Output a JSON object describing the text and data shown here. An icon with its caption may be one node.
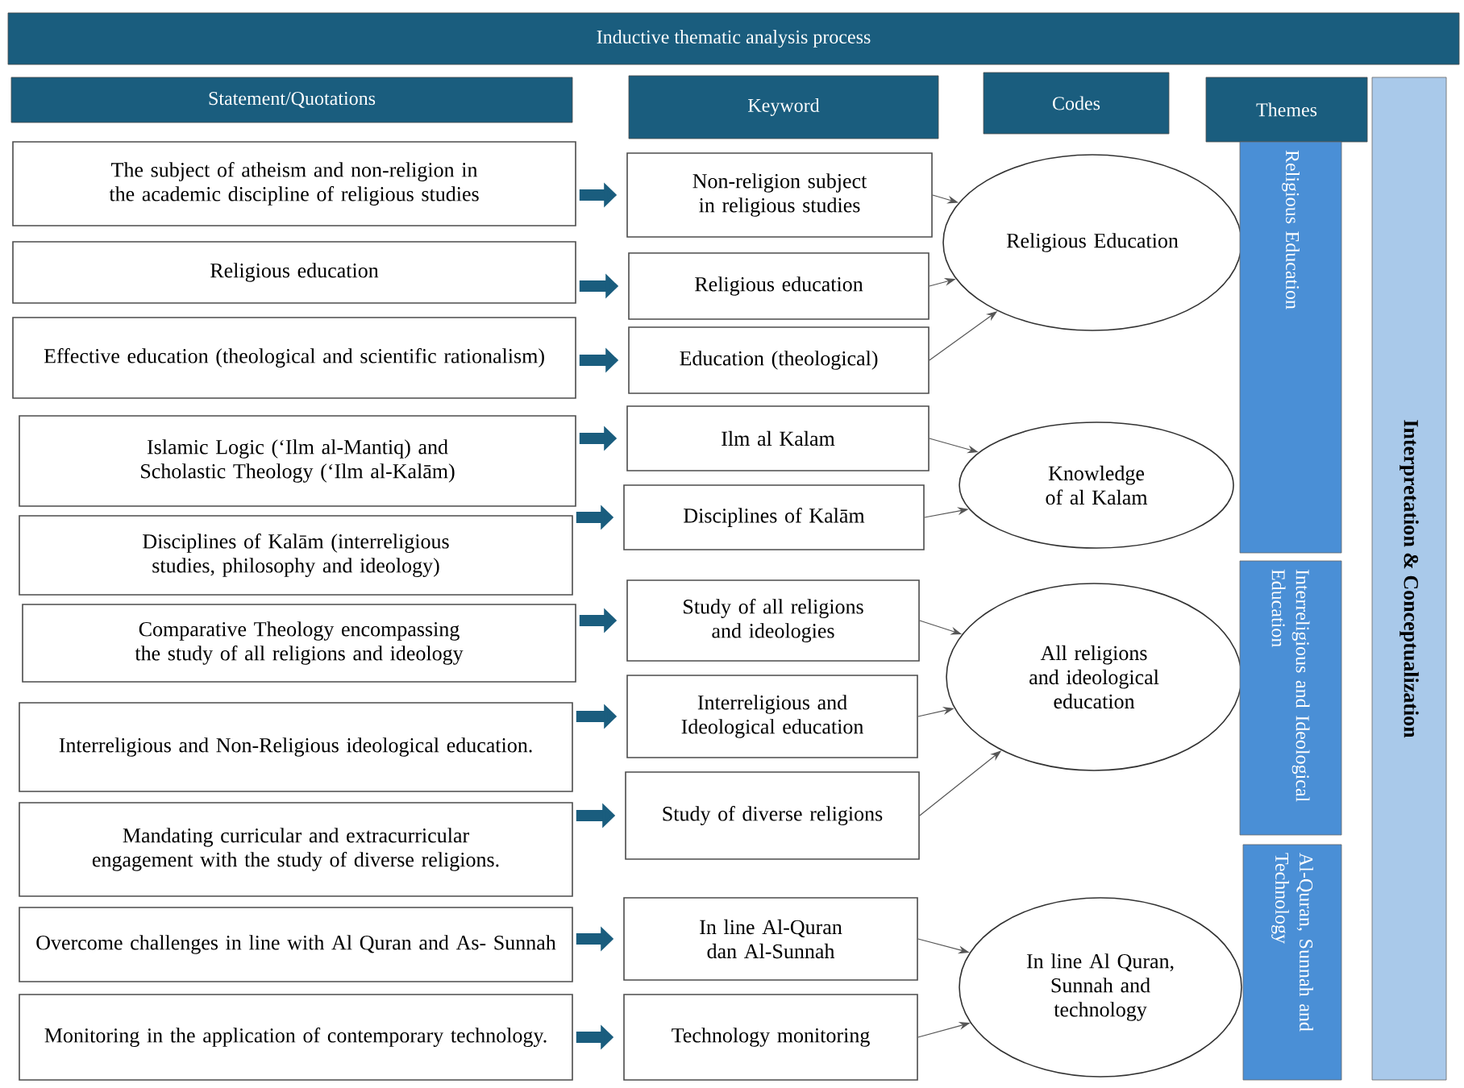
{
  "diagram": {
    "nodes": [
      {
        "text": [
          "Inductive thematic analysis process"
        ]
      },
      {
        "text": [
          "Statement/Quotations"
        ]
      },
      {
        "text": [
          "Keyword"
        ]
      },
      {
        "text": [
          "Codes"
        ]
      },
      {
        "text": [
          "Themes"
        ]
      },
      {
        "text": [
          "The subject of atheism and non-religion in the academic discipline of religious studies"
        ]
      },
      {
        "text": [
          "Religious education"
        ]
      },
      {
        "text": [
          "Effective education  (theological and scientific rationalism)"
        ]
      },
      {
        "text": [
          "Islamic Logic (‘Ilm al-Mantiq) and Scholastic Theology (‘Ilm al-Kalām)"
        ]
      },
      {
        "text": [
          "Disciplines of Kalām (interreligious studies, philosophy and ideology)"
        ]
      },
      {
        "text": [
          "Comparative Theology encompassing the study of all religions and ideology"
        ]
      },
      {
        "text": [
          "Interreligious and Non-Religious ideological education."
        ]
      },
      {
        "text": [
          "Mandating curricular and extracurricular engagement with the study of diverse religions."
        ]
      },
      {
        "text": [
          "Overcome challenges in line with Al Quran and As- Sunnah"
        ]
      },
      {
        "text": [
          "Monitoring in the application of contemporary technology."
        ]
      },
      {
        "text": [
          "Non-religion subject in religious studies"
        ]
      },
      {
        "text": [
          "Religious education"
        ]
      },
      {
        "text": [
          "Education (theological)"
        ]
      },
      {
        "text": [
          "Ilm al Kalam"
        ]
      },
      {
        "text": [
          "Disciplines of Kalām"
        ]
      },
      {
        "text": [
          "Study of all religions and ideologies"
        ]
      },
      {
        "text": [
          "Interreligious and Ideological education"
        ]
      },
      {
        "text": [
          "Study of diverse religions"
        ]
      },
      {
        "text": [
          "In line Al-Quran dan Al-Sunnah"
        ]
      },
      {
        "text": [
          "Technology monitoring"
        ]
      },
      {
        "text": [
          "Religious Education"
        ]
      },
      {
        "text": [
          "Knowledge of al Kalam"
        ]
      },
      {
        "text": [
          "All religions and ideological education"
        ]
      },
      {
        "text": [
          "In line Al Quran, Sunnah and technology"
        ]
      },
      {
        "text": [
          "Religious  Education"
        ]
      },
      {
        "text": [
          "Interreligious and Ideological Education"
        ]
      },
      {
        "text": [
          "Al-Quran, Sunnah and Technology"
        ]
      },
      {
        "text": [
          "Interpretation & Conceptualization"
        ]
      }
    ],
    "edges": [
      {
        "from": 5,
        "to": 15,
        "arrow": "to",
        "style": "thick",
        "color": "#1a5d7e"
      },
      {
        "from": 6,
        "to": 16,
        "arrow": "to",
        "style": "thick",
        "color": "#1a5d7e"
      },
      {
        "from": 7,
        "to": 17,
        "arrow": "to",
        "style": "thick",
        "color": "#1a5d7e"
      },
      {
        "from": 8,
        "to": 18,
        "arrow": "to",
        "style": "thick",
        "color": "#1a5d7e"
      },
      {
        "from": 9,
        "to": 19,
        "arrow": "to",
        "style": "thick",
        "color": "#1a5d7e"
      },
      {
        "from": 10,
        "to": 20,
        "arrow": "to",
        "style": "thick",
        "color": "#1a5d7e"
      },
      {
        "from": 11,
        "to": 21,
        "arrow": "to",
        "style": "thick",
        "color": "#1a5d7e"
      },
      {
        "from": 12,
        "to": 22,
        "arrow": "to",
        "style": "thick",
        "color": "#1a5d7e"
      },
      {
        "from": 13,
        "to": 23,
        "arrow": "to",
        "style": "thick",
        "color": "#1a5d7e"
      },
      {
        "from": 14,
        "to": 24,
        "arrow": "to",
        "style": "thick",
        "color": "#1a5d7e"
      },
      {
        "from": 15,
        "to": 25,
        "arrow": "to"
      },
      {
        "from": 16,
        "to": 25,
        "arrow": "to"
      },
      {
        "from": 17,
        "to": 25,
        "arrow": "to"
      },
      {
        "from": 18,
        "to": 26,
        "arrow": "to"
      },
      {
        "from": 19,
        "to": 26,
        "arrow": "to"
      },
      {
        "from": 20,
        "to": 27,
        "arrow": "to"
      },
      {
        "from": 21,
        "to": 27,
        "arrow": "to"
      },
      {
        "from": 22,
        "to": 27,
        "arrow": "to"
      },
      {
        "from": 23,
        "to": 28,
        "arrow": "to"
      },
      {
        "from": 24,
        "to": 28,
        "arrow": "to"
      }
    ]
  }
}
